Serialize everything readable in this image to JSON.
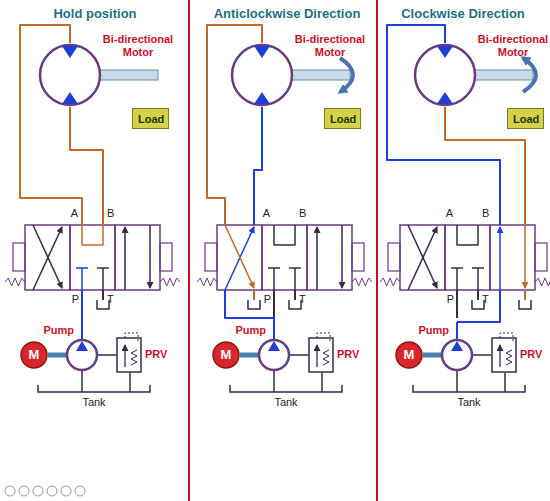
{
  "diagram": {
    "nodes": [
      {
        "text": [
          "Bi-directional Motor"
        ]
      },
      {
        "text": [
          "Load"
        ]
      },
      {
        "text": [
          "M"
        ]
      },
      {
        "text": [
          "Pump"
        ]
      },
      {
        "text": [
          "PRV"
        ]
      },
      {
        "text": [
          "Bi-directional Motor"
        ]
      },
      {
        "text": [
          "Load"
        ]
      },
      {
        "text": [
          "M"
        ]
      },
      {
        "text": [
          "Pump"
        ]
      },
      {
        "text": [
          "PRV"
        ]
      },
      {
        "text": [
          "Bi-directional Motor"
        ]
      },
      {
        "text": [
          "Load"
        ]
      },
      {
        "text": [
          "M"
        ]
      },
      {
        "text": [
          "Pump"
        ]
      },
      {
        "text": [
          "PRV"
        ]
      }
    ],
    "edges": [
      {
        "from": 2,
        "to": 3,
        "arrow": "none"
      },
      {
        "from": 3,
        "to": 4,
        "arrow": "none"
      },
      {
        "from": 7,
        "to": 8,
        "arrow": "none"
      },
      {
        "from": 8,
        "to": 9,
        "arrow": "none"
      },
      {
        "from": 12,
        "to": 13,
        "arrow": "none"
      },
      {
        "from": 13,
        "to": 14,
        "arrow": "none"
      }
    ],
    "labels": [
      "Hold position",
      "Anticlockwise Direction",
      "Clockwise Direction",
      "A",
      "B",
      "P",
      "T",
      "Tank",
      "A",
      "B",
      "P",
      "T",
      "Tank",
      "A",
      "B",
      "P",
      "T",
      "Tank"
    ]
  }
}
